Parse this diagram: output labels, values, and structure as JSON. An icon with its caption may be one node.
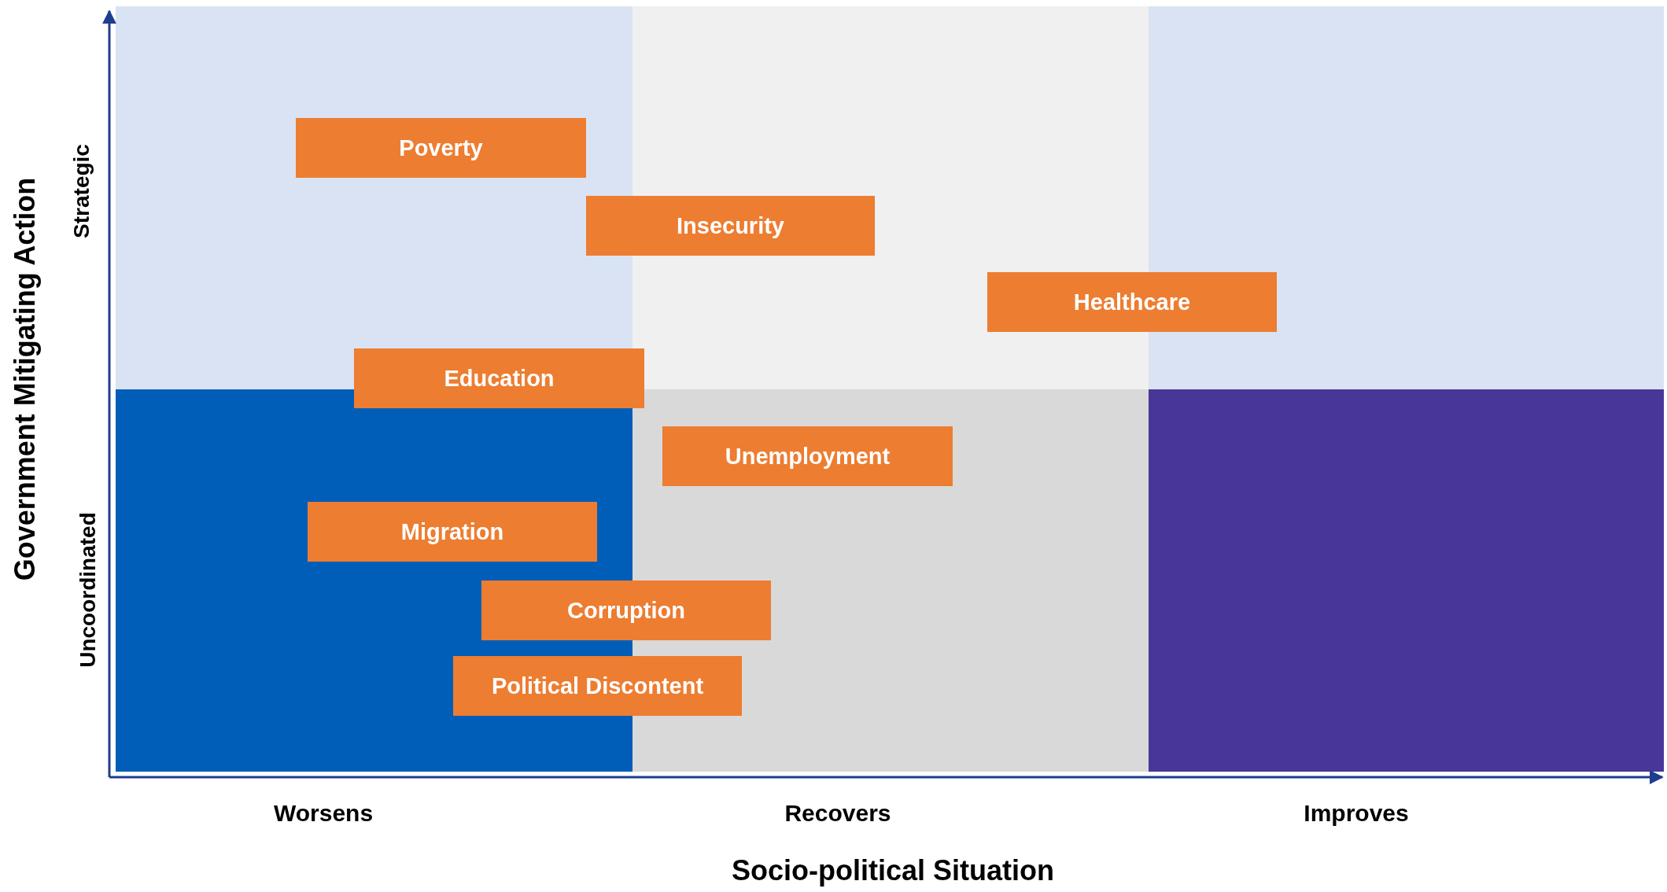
{
  "diagram": {
    "nodes": [
      {
        "text": [
          "Poverty"
        ]
      },
      {
        "text": [
          "Insecurity"
        ]
      },
      {
        "text": [
          "Healthcare"
        ]
      },
      {
        "text": [
          "Education"
        ]
      },
      {
        "text": [
          "Unemployment"
        ]
      },
      {
        "text": [
          "Migration"
        ]
      },
      {
        "text": [
          "Corruption"
        ]
      },
      {
        "text": [
          "Political Discontent"
        ]
      }
    ],
    "labels": [
      "Government Mitigating Action",
      "Strategic",
      "Uncoordinated",
      "Worsens",
      "Recovers",
      "Improves",
      "Socio-political Situation"
    ]
  }
}
